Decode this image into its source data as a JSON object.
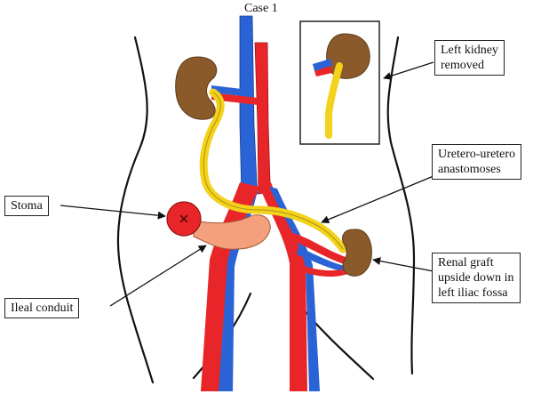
{
  "title": "Case 1",
  "labels": {
    "left_kidney": [
      "Left kidney",
      "removed"
    ],
    "ureteroureteral": [
      "Uretero-uretero",
      "anastomoses"
    ],
    "stoma": [
      "Stoma"
    ],
    "ileal_conduit": [
      "Ileal conduit"
    ],
    "renal_graft": [
      "Renal graft",
      "upside down in",
      "left iliac fossa"
    ]
  },
  "colors": {
    "artery": "#e8262a",
    "vein": "#2a63d6",
    "ureter": "#f2d21b",
    "kidney": "#8a5a2b",
    "stoma": "#e8262a",
    "conduit": "#f4a07c",
    "outline": "#111111"
  }
}
